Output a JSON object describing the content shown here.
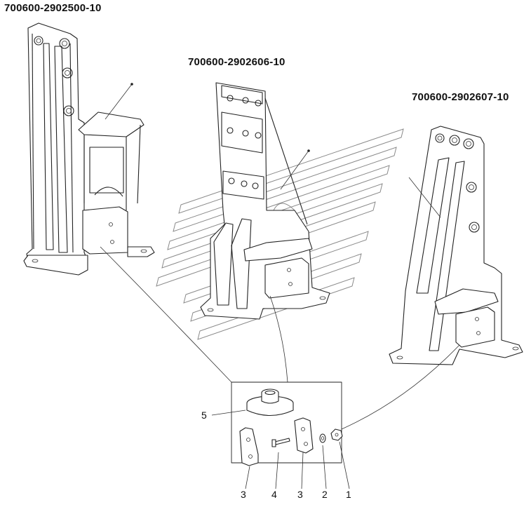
{
  "titles": {
    "part_a": "700600-2902500-10",
    "part_b": "700600-2902606-10",
    "part_c": "700600-2902607-10"
  },
  "callouts": {
    "n5": "5",
    "n3_left": "3",
    "n4": "4",
    "n3_right": "3",
    "n2": "2",
    "n1": "1"
  },
  "watermark": "logo-mark"
}
